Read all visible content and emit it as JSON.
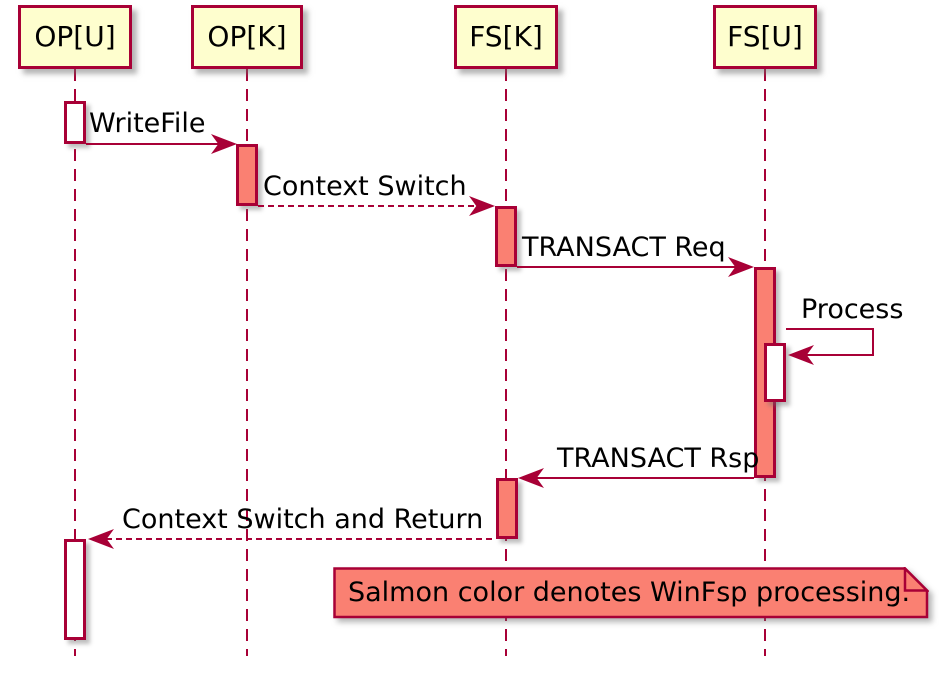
{
  "diagram_type": "sequence-diagram",
  "participants": [
    {
      "id": "opu",
      "name": "OP[U]"
    },
    {
      "id": "opk",
      "name": "OP[K]"
    },
    {
      "id": "fsk",
      "name": "FS[K]"
    },
    {
      "id": "fsu",
      "name": "FS[U]"
    }
  ],
  "messages": [
    {
      "label": "WriteFile",
      "from": "OP[U]",
      "to": "OP[K]",
      "style": "solid"
    },
    {
      "label": "Context Switch",
      "from": "OP[K]",
      "to": "FS[K]",
      "style": "dashed"
    },
    {
      "label": "TRANSACT Req",
      "from": "FS[K]",
      "to": "FS[U]",
      "style": "solid"
    },
    {
      "label": "Process",
      "from": "FS[U]",
      "to": "FS[U]",
      "style": "self"
    },
    {
      "label": "TRANSACT Rsp",
      "from": "FS[U]",
      "to": "FS[K]",
      "style": "solid"
    },
    {
      "label": "Context Switch and Return",
      "from": "FS[K]",
      "to": "OP[U]",
      "style": "dashed"
    }
  ],
  "note": {
    "text": "Salmon color denotes WinFsp processing."
  },
  "colors": {
    "line": "#A80036",
    "participant_fill": "#FEFECE",
    "activation_salmon": "#FA8072",
    "activation_plain": "#FFFFFF",
    "note_fill": "#FA8072",
    "text": "#000000",
    "background": "#FFFFFF"
  }
}
